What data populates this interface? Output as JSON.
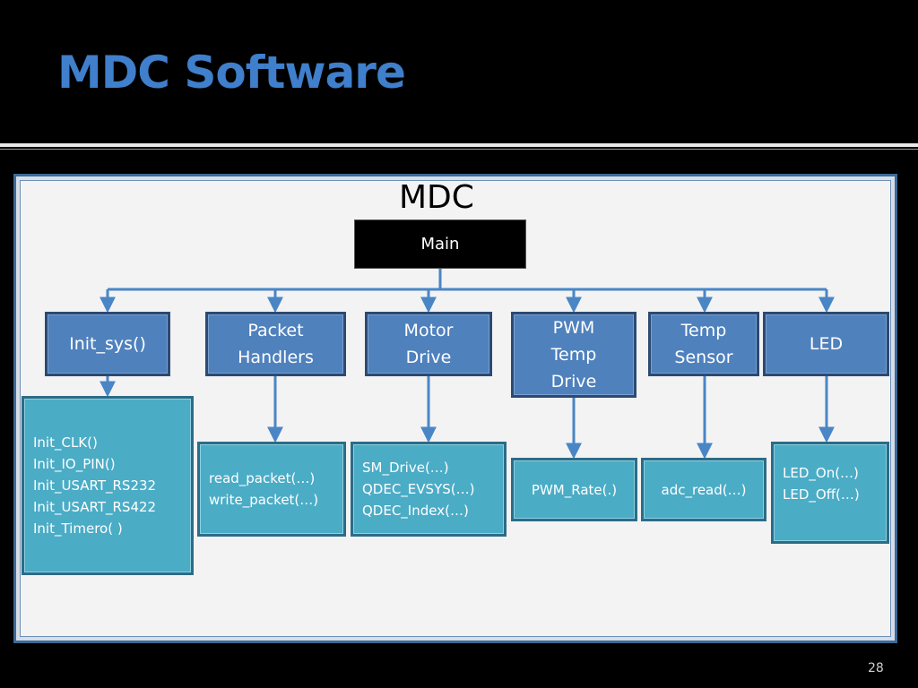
{
  "slide": {
    "title": "MDC Software",
    "page_number": "28"
  },
  "diagram": {
    "label": "MDC",
    "root": "Main",
    "modules": [
      {
        "lines": [
          "Init_sys()"
        ],
        "functions": [
          "Init_CLK()",
          "Init_IO_PIN()",
          "Init_USART_RS232",
          "Init_USART_RS422",
          "Init_Timero( )"
        ]
      },
      {
        "lines": [
          "Packet",
          "Handlers"
        ],
        "functions": [
          "read_packet(…)",
          "write_packet(…)"
        ]
      },
      {
        "lines": [
          "Motor",
          "Drive"
        ],
        "functions": [
          "SM_Drive(…)",
          "QDEC_EVSYS(…)",
          "QDEC_Index(…)"
        ]
      },
      {
        "lines": [
          "PWM",
          "Temp",
          "Drive"
        ],
        "functions": [
          "PWM_Rate(.)"
        ]
      },
      {
        "lines": [
          "Temp",
          "Sensor"
        ],
        "functions": [
          "adc_read(…)"
        ]
      },
      {
        "lines": [
          "LED"
        ],
        "functions": [
          "LED_On(…)",
          "LED_Off(…)"
        ]
      }
    ]
  },
  "colors": {
    "title": "#3f7fcb",
    "module_fill": "#4f81bd",
    "function_fill": "#4bacc6",
    "connector": "#4a86c5",
    "root_fill": "#000000"
  }
}
